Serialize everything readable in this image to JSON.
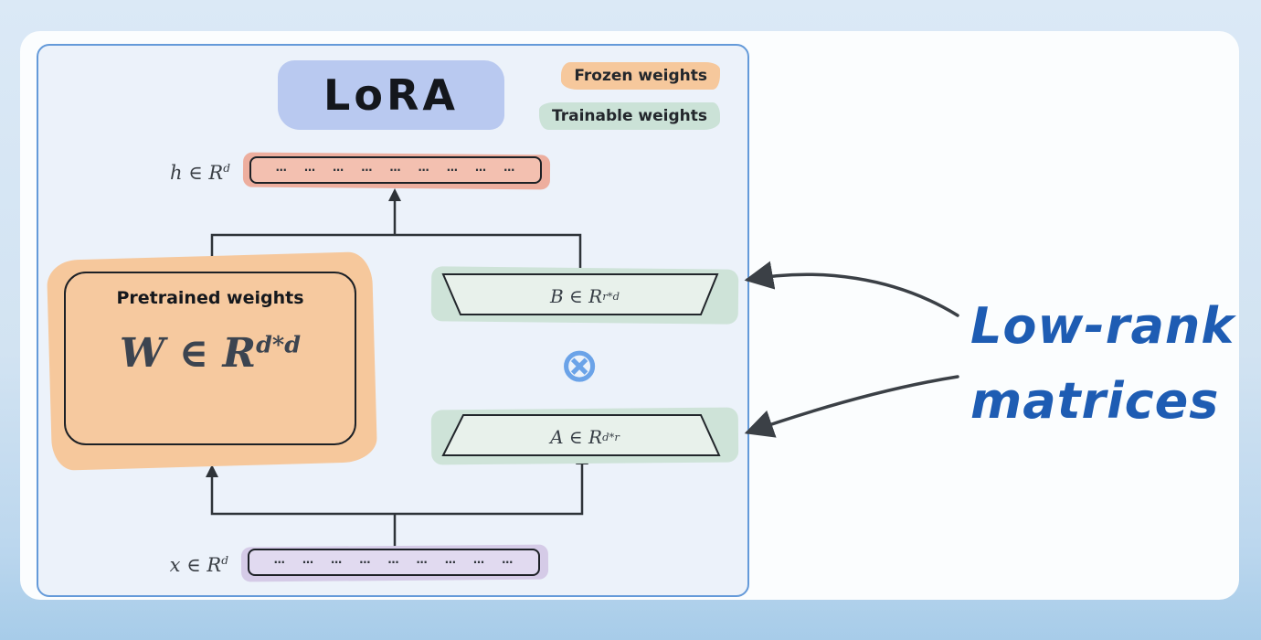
{
  "diagram": {
    "title": "LoRA"
  },
  "legend": {
    "frozen": "Frozen weights",
    "trainable": "Trainable weights"
  },
  "vectors": {
    "h_label_base": "h ∈ R",
    "h_label_sup": "d",
    "h_dots": "… … … … … … … … …",
    "x_label_base": "x ∈ R",
    "x_label_sup": "d",
    "x_dots": "… … … … … … … … …"
  },
  "pretrained_box": {
    "title": "Pretrained weights",
    "formula_base": "W ∈ R",
    "formula_sup": "d*d"
  },
  "lora_matrices": {
    "b_base": "B ∈ R",
    "b_sup": "r*d",
    "a_base": "A ∈ R",
    "a_sup": "d*r",
    "multiply": "⊗"
  },
  "annotation": {
    "line1": "Low-rank",
    "line2": "matrices"
  },
  "colors": {
    "frame_border": "#649ad9",
    "title_highlight": "#b9c9f0",
    "frozen_highlight": "#f6c89c",
    "trainable_highlight": "#cbe2d7",
    "h_vector_fill": "#f3c0b0",
    "x_vector_fill": "#e1daf0",
    "trapezoid_fill": "#e8f1eb",
    "annotation_blue": "#1e5cb3",
    "connector_dark": "#2e3338"
  }
}
